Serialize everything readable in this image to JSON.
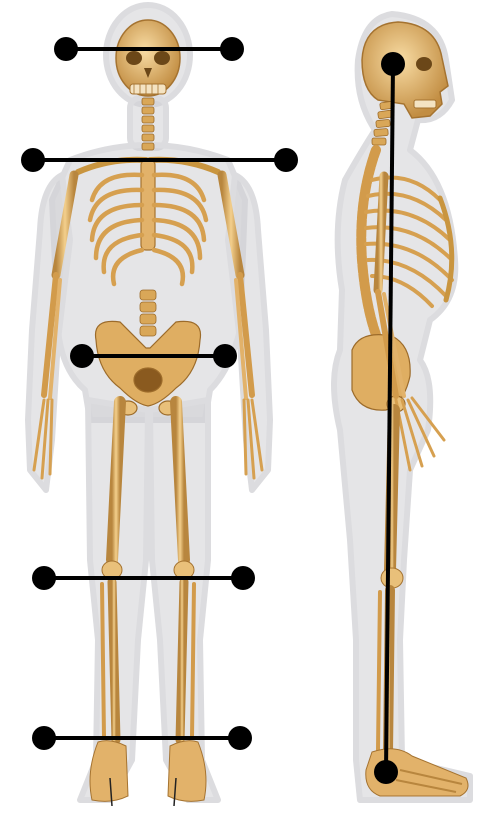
{
  "colors": {
    "background": "#ffffff",
    "bone": "#e6b66a",
    "bone_shadow": "#b8863e",
    "bone_highlight": "#f6d79c",
    "body_outline": "#d8d8dc",
    "body_fill": "#c9cacf",
    "marker": "#000000"
  },
  "figures": [
    {
      "name": "front-view"
    },
    {
      "name": "side-view"
    }
  ],
  "measurement_lines": [
    {
      "name": "head-level-line",
      "view": "front",
      "orientation": "horizontal"
    },
    {
      "name": "shoulder-level-line",
      "view": "front",
      "orientation": "horizontal"
    },
    {
      "name": "hip-level-line",
      "view": "front",
      "orientation": "horizontal"
    },
    {
      "name": "knee-level-line",
      "view": "front",
      "orientation": "horizontal"
    },
    {
      "name": "ankle-level-line",
      "view": "front",
      "orientation": "horizontal"
    },
    {
      "name": "plumb-line",
      "view": "side",
      "orientation": "vertical"
    }
  ]
}
